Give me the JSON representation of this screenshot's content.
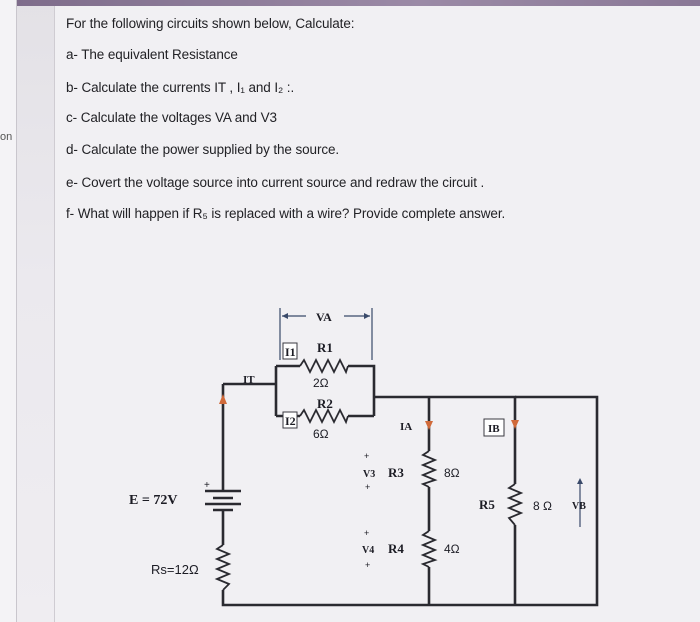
{
  "side": {
    "label": "on"
  },
  "questions": {
    "intro": "For the following circuits shown below, Calculate:",
    "a": "a- The equivalent Resistance",
    "b": "b- Calculate the currents IT , I₁ and I₂ :.",
    "c": "c- Calculate the voltages VA and V3",
    "d": "d- Calculate the power supplied by the source.",
    "e": "e- Covert the voltage source into current source and redraw the circuit .",
    "f": "f- What will happen if R₅ is replaced with a wire? Provide complete answer."
  },
  "circuit": {
    "va_label": "VA",
    "r1_label": "R1",
    "r1_value": "2Ω",
    "r2_label": "R2",
    "r2_value": "6Ω",
    "i1_label": "I1",
    "i2_label": "I2",
    "it_label": "IT",
    "ia_label": "IA",
    "ib_label": "IB",
    "v3_label": "V3",
    "r3_label": "R3",
    "r3_value": "8Ω",
    "v4_label": "V4",
    "r4_label": "R4",
    "r4_value": "4Ω",
    "r5_label": "R5",
    "r5_value": "8 Ω",
    "vb_label": "VB",
    "source_label": "E = 72V",
    "rs_label": "Rs=12Ω"
  },
  "colors": {
    "current_arrow": "#d06a3a",
    "wire": "#2a2a30"
  }
}
